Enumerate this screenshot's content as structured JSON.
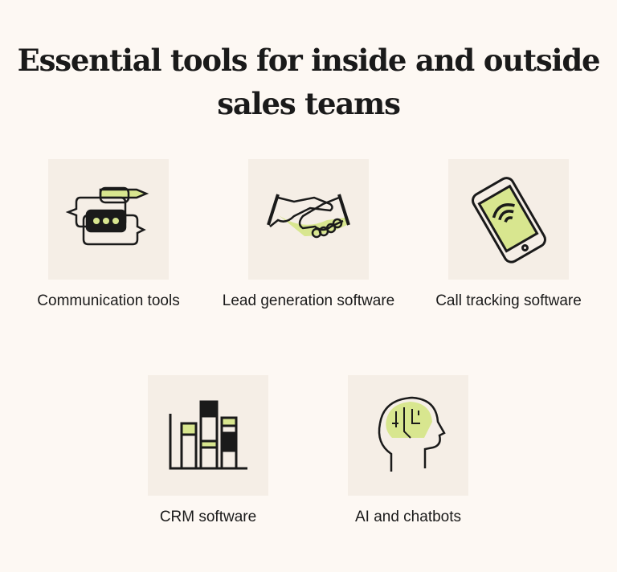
{
  "title": "Essential tools for inside and outside sales teams",
  "colors": {
    "background": "#fdf8f3",
    "tile": "#f5eee6",
    "accent": "#d8e68f",
    "ink": "#1a1a1a"
  },
  "tools": [
    {
      "label": "Communication tools",
      "icon": "chat-bubbles-icon"
    },
    {
      "label": "Lead generation software",
      "icon": "handshake-icon"
    },
    {
      "label": "Call tracking software",
      "icon": "smartphone-icon"
    },
    {
      "label": "CRM software",
      "icon": "bar-chart-icon"
    },
    {
      "label": "AI and chatbots",
      "icon": "ai-head-icon"
    }
  ]
}
